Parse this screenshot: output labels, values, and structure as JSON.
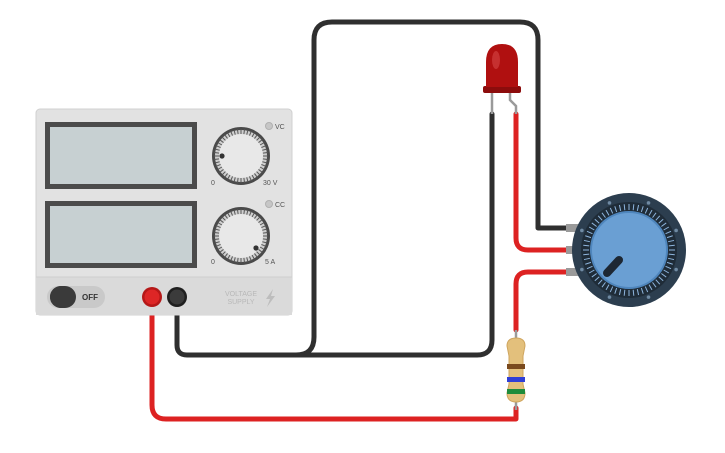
{
  "power_supply": {
    "voltage_indicator_label": "VC",
    "current_indicator_label": "CC",
    "voltage_min_label": "0",
    "voltage_max_label": "30 V",
    "current_min_label": "0",
    "current_max_label": "5 A",
    "switch_label": "OFF",
    "brand_line1": "VOLTAGE",
    "brand_line2": "SUPPLY",
    "voltage_knob_level": 0.0,
    "current_knob_level": 1.0
  },
  "potentiometer": {
    "level": 0.62
  },
  "resistor": {
    "bands": [
      "#7a4a1e",
      "#2f3fd6",
      "#1f8c3b"
    ]
  },
  "colors": {
    "wire_black": "#3a3a3a",
    "wire_red": "#dd2222",
    "led_red": "#b01010",
    "display_fill": "#c7d0d2",
    "panel_fill": "#e2e2e2",
    "pot_dial": "#6a9fd3",
    "pot_body": "#2c3e4f"
  },
  "icons": {
    "brand": "lightning-icon"
  }
}
